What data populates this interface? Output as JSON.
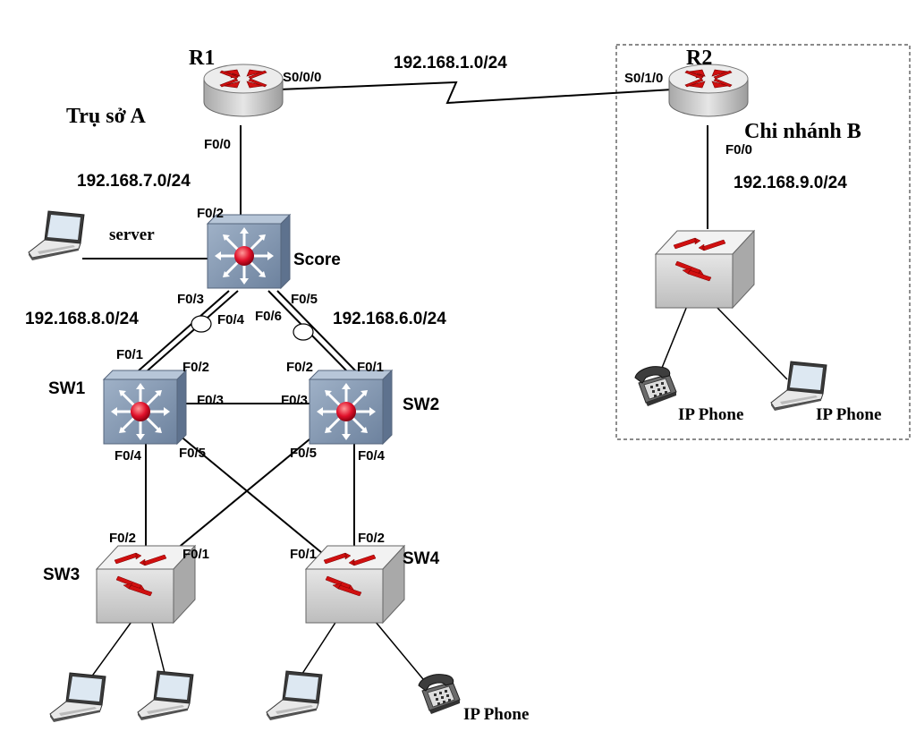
{
  "diagram": {
    "site_a_label": "Trụ sở A",
    "site_b_label": "Chi nhánh B",
    "networks": {
      "wan": "192.168.1.0/24",
      "r1_lan": "192.168.7.0/24",
      "r2_lan": "192.168.9.0/24",
      "sw1_net": "192.168.8.0/24",
      "sw2_net": "192.168.6.0/24"
    },
    "devices": {
      "r1": "R1",
      "r2": "R2",
      "score": "Score",
      "sw1": "SW1",
      "sw2": "SW2",
      "sw3": "SW3",
      "sw4": "SW4",
      "server": "server",
      "ip_phone": "IP Phone"
    },
    "ports": {
      "r1_s000": "S0/0/0",
      "r1_f00": "F0/0",
      "r2_s010": "S0/1/0",
      "r2_f00": "F0/0",
      "score_f02": "F0/2",
      "score_f03": "F0/3",
      "score_f04": "F0/4",
      "score_f05": "F0/5",
      "score_f06": "F0/6",
      "sw1_f01": "F0/1",
      "sw1_f02": "F0/2",
      "sw1_f03": "F0/3",
      "sw1_f04": "F0/4",
      "sw1_f05": "F0/5",
      "sw2_f01": "F0/1",
      "sw2_f02": "F0/2",
      "sw2_f03": "F0/3",
      "sw2_f04": "F0/4",
      "sw2_f05": "F0/5",
      "sw3_f01": "F0/1",
      "sw3_f02": "F0/2",
      "sw4_f01": "F0/1",
      "sw4_f02": "F0/2"
    },
    "colors": {
      "router_body": "#c9c9c9",
      "router_top": "#ededed",
      "arrow_red": "#d01010",
      "l3_switch": "#7e93ad",
      "l3_switch_light": "#a7b8cc",
      "l2_switch": "#d8d8d8",
      "l2_switch_top": "#f4f4f4"
    }
  }
}
